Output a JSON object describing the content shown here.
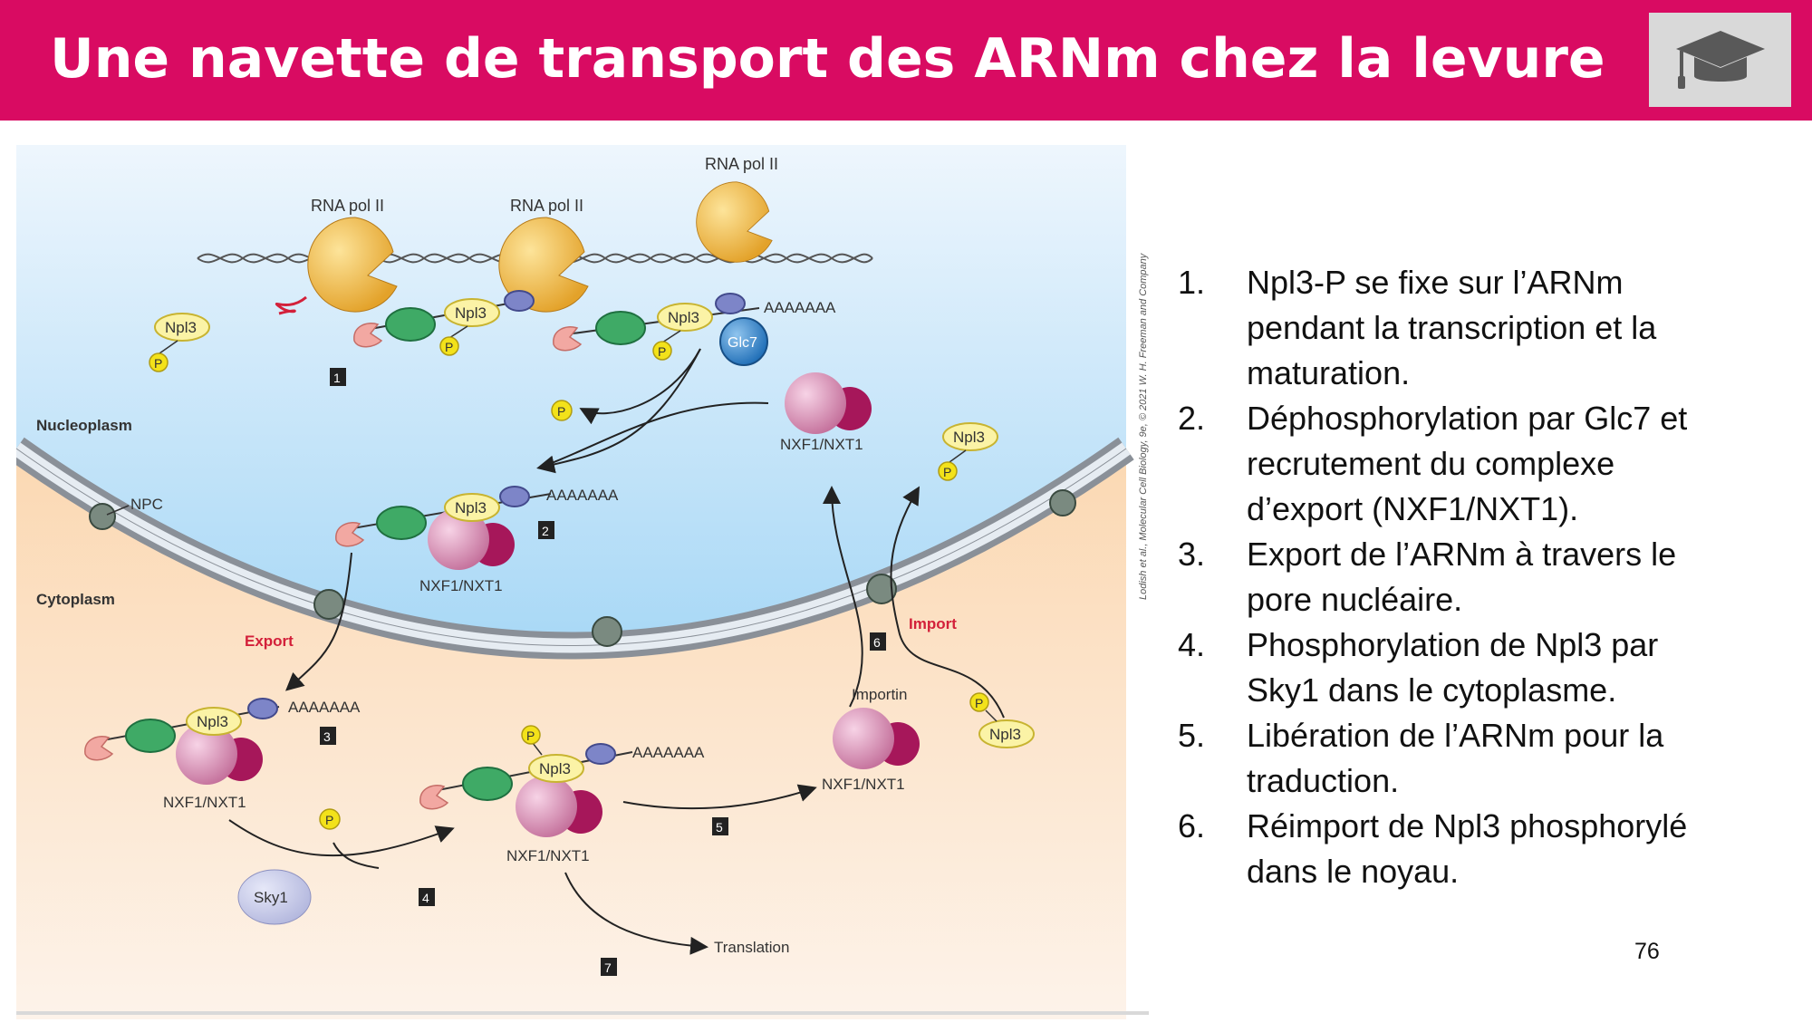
{
  "slide": {
    "title": "Une navette de transport des ARNm chez la levure",
    "page_number": "76",
    "icon": "graduation-cap-icon",
    "accent_color": "#d90b62"
  },
  "figure": {
    "credit": "Lodish et al., Molecular Cell Biology, 9e, © 2021 W. H. Freeman and Company",
    "labels": {
      "rna_pol": "RNA pol II",
      "npl3": "Npl3",
      "p": "P",
      "glc7": "Glc7",
      "polya": "AAAAAAA",
      "nxf": "NXF1/NXT1",
      "nucleoplasm": "Nucleoplasm",
      "npc": "NPC",
      "cytoplasm": "Cytoplasm",
      "export": "Export",
      "import": "Import",
      "importin": "Importin",
      "sky1": "Sky1",
      "translation": "Translation"
    },
    "step_numbers": [
      "1",
      "2",
      "3",
      "4",
      "5",
      "6",
      "7"
    ]
  },
  "steps": [
    {
      "num": "1.",
      "lines": [
        "Npl3-P se fixe sur l’ARNm",
        "pendant la transcription et la",
        "maturation."
      ]
    },
    {
      "num": "2.",
      "lines": [
        "Déphosphorylation par Glc7 et",
        "recrutement du complexe",
        "d’export (NXF1/NXT1)."
      ]
    },
    {
      "num": "3.",
      "lines": [
        "Export de l’ARNm à travers le",
        "pore nucléaire."
      ]
    },
    {
      "num": "4.",
      "lines": [
        "Phosphorylation de Npl3 par",
        "Sky1 dans le cytoplasme."
      ]
    },
    {
      "num": "5.",
      "lines": [
        "Libération de l’ARNm pour la",
        "traduction."
      ]
    },
    {
      "num": "6.",
      "lines": [
        "Réimport de Npl3 phosphorylé",
        "dans le noyau."
      ]
    }
  ]
}
